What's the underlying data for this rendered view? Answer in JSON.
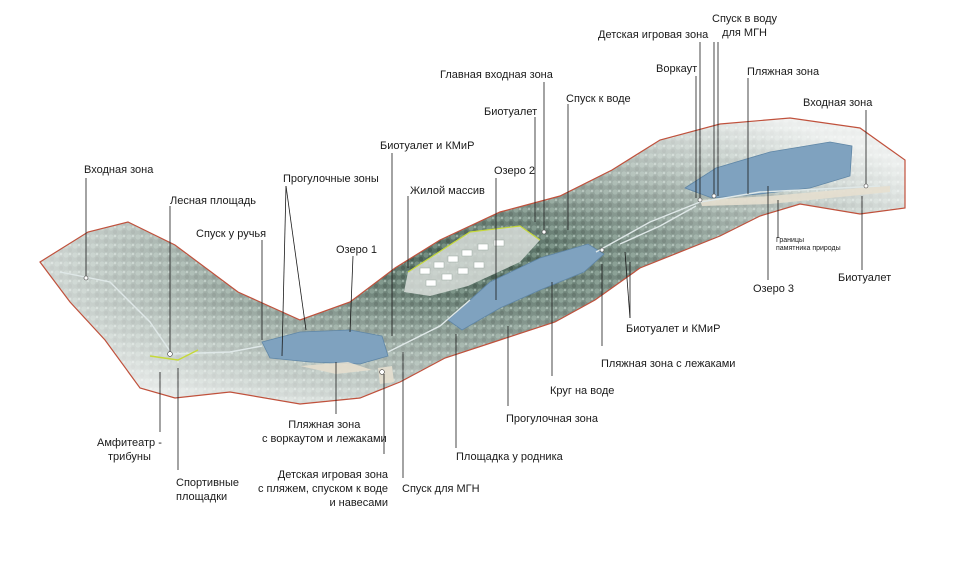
{
  "labels": {
    "vkhod_left": "Входная зона",
    "lesnaya": "Лесная площадь",
    "spusk_ruchya": "Спуск у ручья",
    "progulochnye": "Прогулочные зоны",
    "ozero1": "Озеро 1",
    "bio_kmir_top": "Биотуалет и КМиР",
    "zhiloy": "Жилой массив",
    "ozero2": "Озеро 2",
    "glavnaya": "Главная входная зона",
    "biotualet_top": "Биотуалет",
    "spusk_k_vode": "Спуск к воде",
    "detskaya_top": "Детская игровая зона",
    "spusk_mgn_top": "Спуск в воду\nдля МГН",
    "vorkaut": "Воркаут",
    "plyazhnaya_top": "Пляжная зона",
    "vkhod_right": "Входная зона",
    "granitsy": "Границы\nпамятника природы",
    "ozero3": "Озеро 3",
    "biotualet_right": "Биотуалет",
    "bio_kmir_bottom": "Биотуалет и КМиР",
    "plyazh_lezhaki": "Пляжная зона с лежаками",
    "krug": "Круг на воде",
    "progulochnaya": "Прогулочная зона",
    "ploshchadka_rodnik": "Площадка у родника",
    "spusk_mgn_bottom": "Спуск для МГН",
    "detskaya_bottom": "Детская игровая зона\nс пляжем, спуском к воде\nи навесами",
    "plyazh_vorkaut": "Пляжная зона\nс воркаутом и лежаками",
    "sportivnye": "Спортивные\nплощадки",
    "amfiteatr": "Амфитеатр -\nтрибуны"
  },
  "colors": {
    "forest_dark": "#2f4a3e",
    "forest_light": "#8aa598",
    "water": "#7fa2bf",
    "boundary": "#c0513c",
    "path": "#dfe8e8",
    "accent_line": "#c6d93a",
    "leader": "#1a1a1a"
  }
}
